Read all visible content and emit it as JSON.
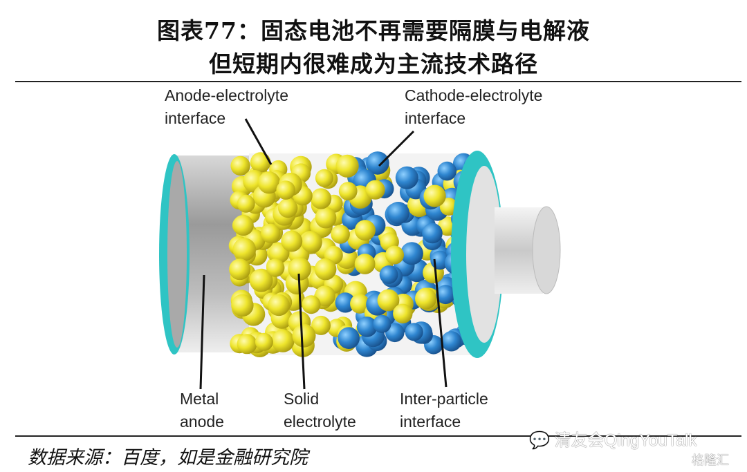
{
  "title": {
    "line1": "图表77：固态电池不再需要隔膜与电解液",
    "line2": "但短期内很难成为主流技术路径"
  },
  "labels": {
    "anode_interface": [
      "Anode-electrolyte",
      "interface"
    ],
    "cathode_interface": [
      "Cathode-electrolyte",
      "interface"
    ],
    "metal_anode": [
      "Metal",
      "anode"
    ],
    "solid_electrolyte": [
      "Solid",
      "electrolyte"
    ],
    "inter_particle": [
      "Inter-particle",
      "interface"
    ]
  },
  "source": "数据来源：百度，如是金融研究院",
  "watermarks": {
    "wechat": "清友会QingYouTalk",
    "gelonghui": "格隆汇"
  },
  "colors": {
    "yellow": "#e8e02a",
    "blue": "#2f86d0",
    "teal": "#2fc4c4",
    "metal": "#a9a9a9"
  }
}
